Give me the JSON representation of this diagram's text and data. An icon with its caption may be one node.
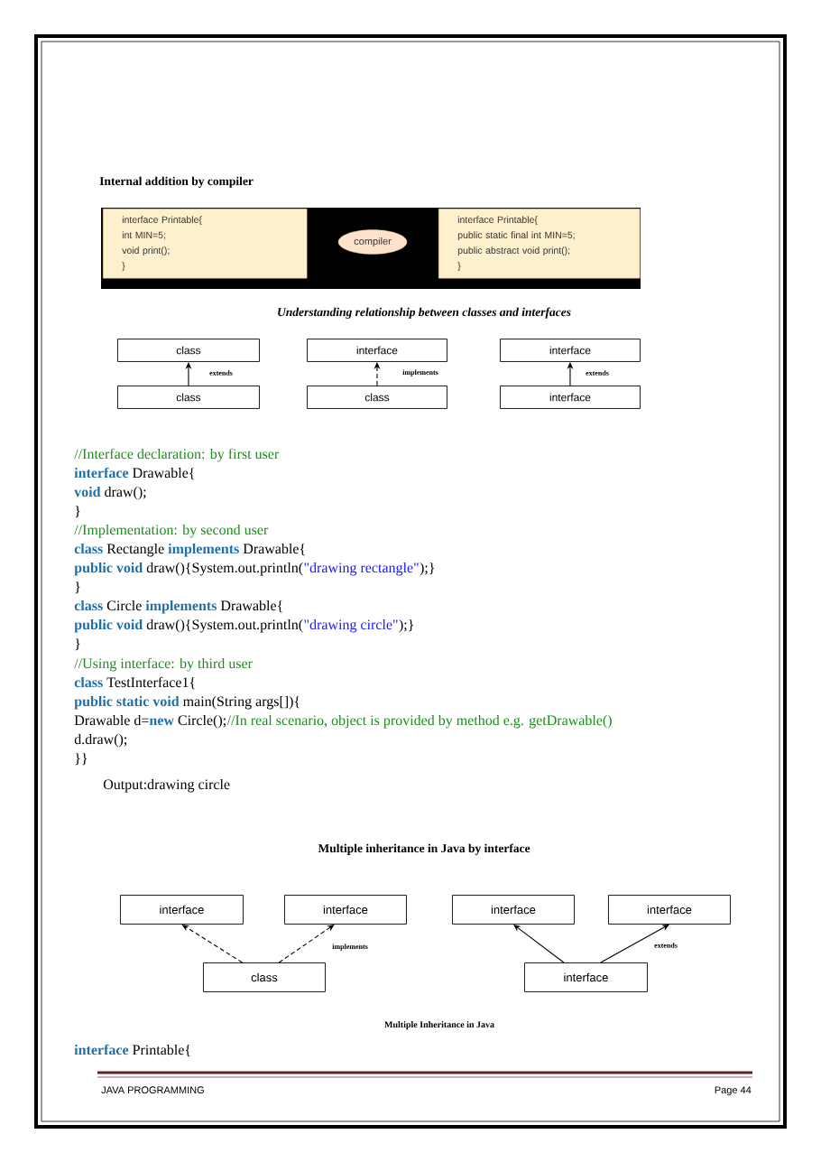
{
  "diagram": {
    "nodes": [
      {
        "text": [
          "interface Printable{",
          "int MIN=5;",
          "void print();",
          "}"
        ]
      },
      {
        "text": [
          "compiler"
        ]
      },
      {
        "text": [
          "interface Printable{",
          "public static final int MIN=5;",
          "public abstract void print();",
          "}"
        ]
      },
      {
        "text": [
          "class"
        ]
      },
      {
        "text": [
          "class"
        ]
      },
      {
        "text": [
          "interface"
        ]
      },
      {
        "text": [
          "class"
        ]
      },
      {
        "text": [
          "interface"
        ]
      },
      {
        "text": [
          "interface"
        ]
      },
      {
        "text": [
          "interface"
        ]
      },
      {
        "text": [
          "interface"
        ]
      },
      {
        "text": [
          "class"
        ]
      },
      {
        "text": [
          "interface"
        ]
      },
      {
        "text": [
          "interface"
        ]
      },
      {
        "text": [
          "interface"
        ]
      }
    ],
    "edges": [
      {
        "from": 4,
        "to": 3,
        "arrow": "to",
        "label": "extends"
      },
      {
        "from": 6,
        "to": 5,
        "arrow": "to",
        "label": "implements",
        "style": "dashed"
      },
      {
        "from": 8,
        "to": 7,
        "arrow": "to",
        "label": "extends"
      },
      {
        "from": 11,
        "to": 9,
        "arrow": "to",
        "style": "dashed"
      },
      {
        "from": 11,
        "to": 10,
        "arrow": "to",
        "label": "implements",
        "style": "dashed"
      },
      {
        "from": 14,
        "to": 12,
        "arrow": "to"
      },
      {
        "from": 14,
        "to": 13,
        "arrow": "to",
        "label": "extends"
      }
    ],
    "labels": [
      "Internal addition by compiler",
      "Understanding relationship between classes and interfaces",
      "//Interface declaration: by first user",
      "**interface** Drawable{",
      "**void** draw();",
      "}",
      "//Implementation: by second user",
      "**class** Rectangle **implements** Drawable{",
      "**public void** draw(){System.out.println(",
      "\"drawing rectangle\"",
      ");}",
      "}",
      "**class** Circle **implements** Drawable{",
      "**public void** draw(){System.out.println(",
      "\"drawing circle\"",
      ");}",
      "}",
      "//Using interface: by third user",
      "**class** TestInterface1{",
      "**public static void** main(String args[]){",
      "Drawable d=**new** Circle();",
      "//In real scenario, object is provided by method e.g. getDrawable()",
      "d.draw();",
      "}}",
      "Output:drawing circle",
      "Multiple inheritance in Java by interface",
      "Multiple Inheritance in Java",
      "**interface** Printable{",
      "JAVA PROGRAMMING",
      "Page 44"
    ]
  }
}
